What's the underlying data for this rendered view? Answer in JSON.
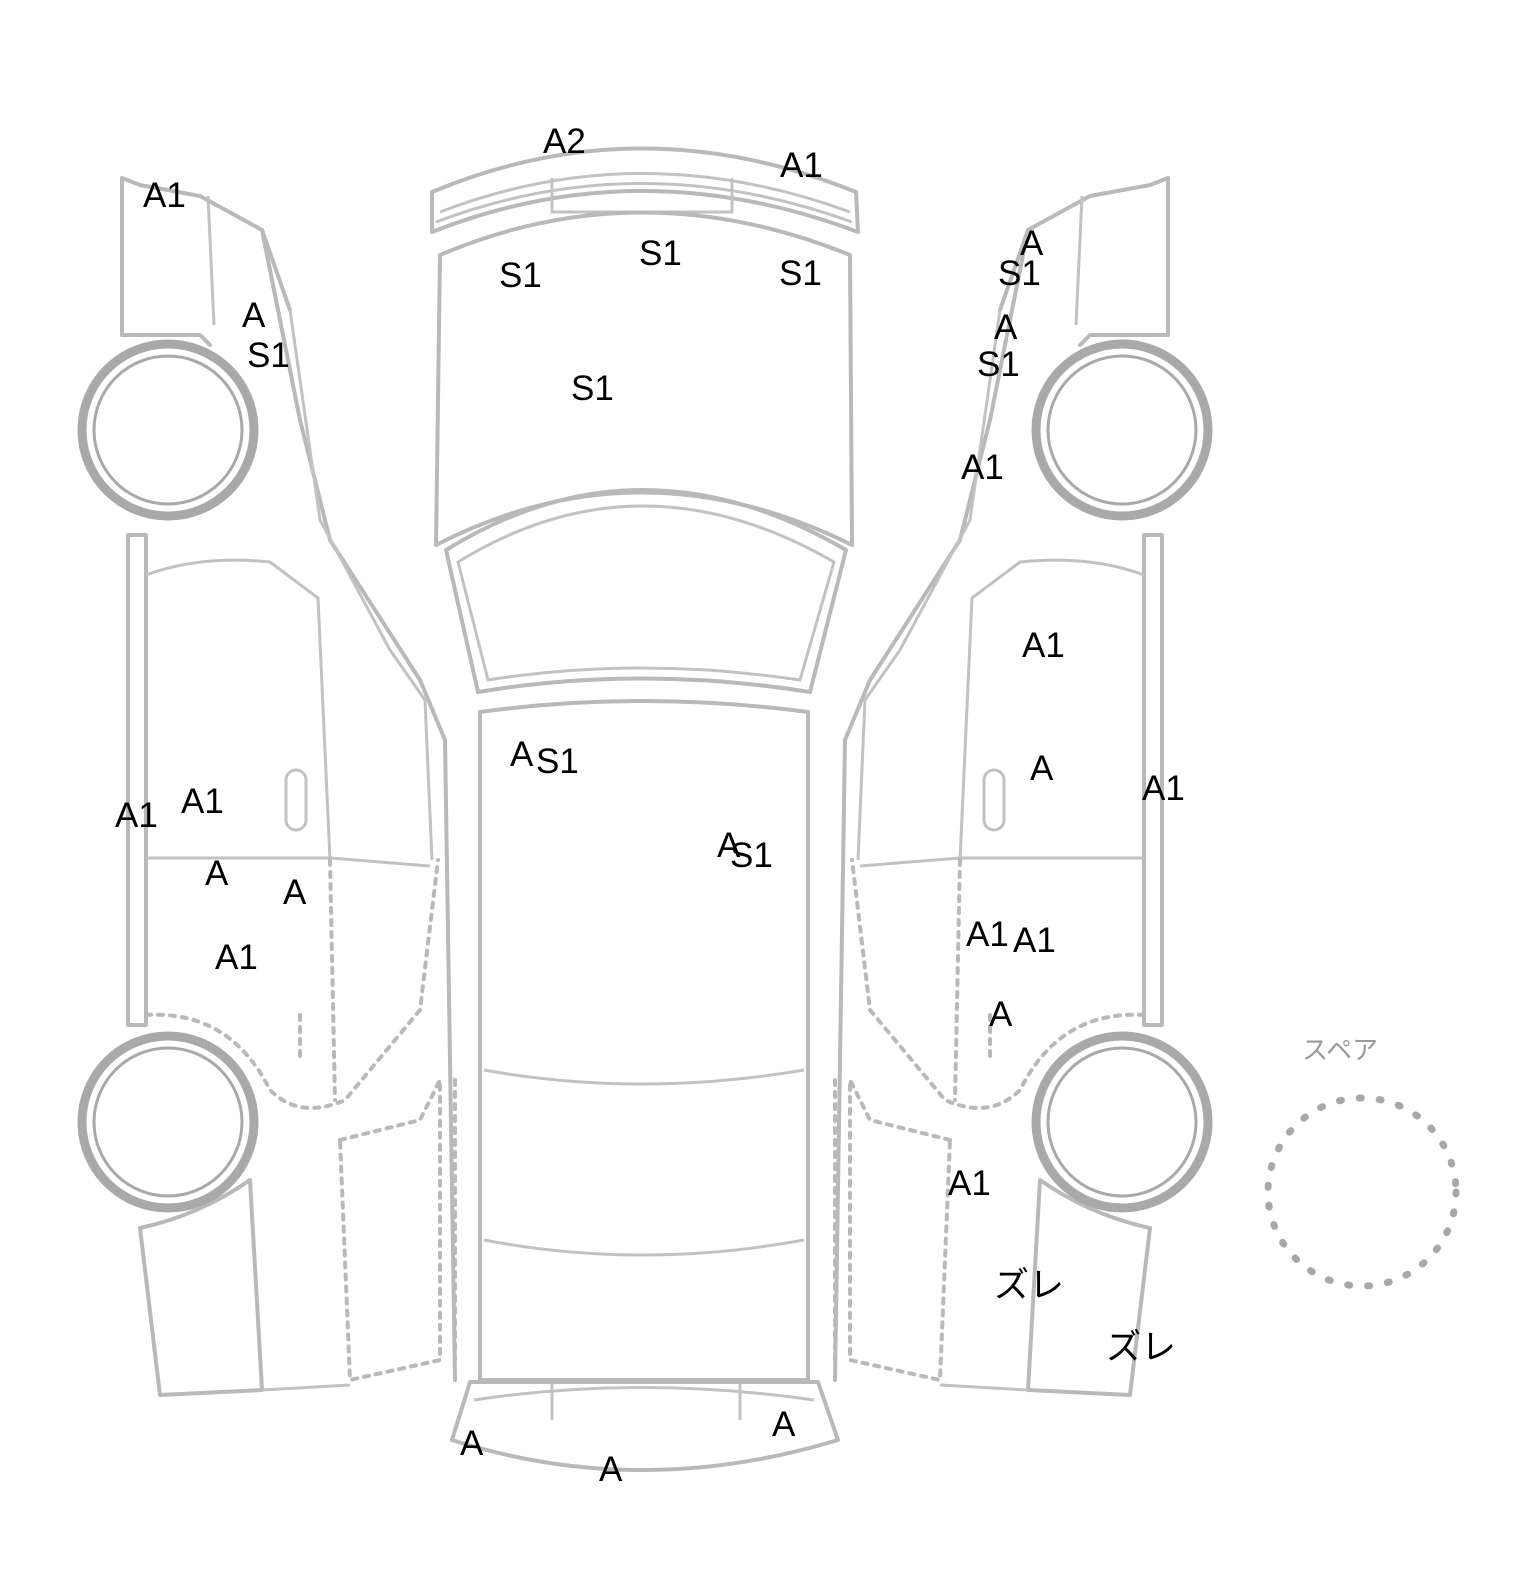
{
  "spare_label": "スペア",
  "marks": {
    "m01": "A2",
    "m02": "A1",
    "m03": "A1",
    "m04": "S1",
    "m05": "S1",
    "m06": "S1",
    "m07": "S1",
    "m08": "A",
    "m09": "S1",
    "m10": "A",
    "m11": "S1",
    "m12": "A",
    "m13": "S1",
    "m14": "A1",
    "m15": "A1",
    "m16": "A1",
    "m17": "A1",
    "m18": "A",
    "m19": "A",
    "m20": "A1",
    "m21": "A",
    "m22": "S1",
    "m23": "A",
    "m24": "S1",
    "m25": "A",
    "m26": "A1",
    "m27": "A1",
    "m28": "A1",
    "m29": "A",
    "m30": "A1",
    "m31": "ズレ",
    "m32": "ズレ",
    "m33": "A",
    "m34": "A",
    "m35": "A"
  },
  "colors": {
    "outline": "#b9b9b9",
    "mark_text": "#000000"
  }
}
